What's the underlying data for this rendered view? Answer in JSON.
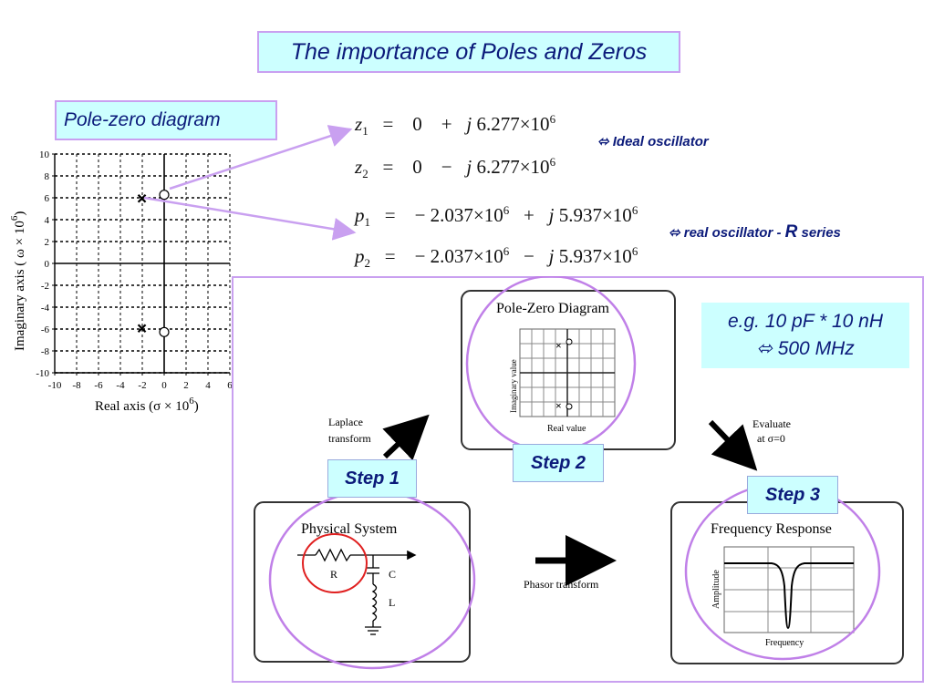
{
  "title": "The importance of Poles and Zeros",
  "pz_label": "Pole-zero diagram",
  "equations": {
    "z1": {
      "sym": "z",
      "sub": "1",
      "eq": "=",
      "real": "0",
      "sign": "+",
      "j": "j",
      "imag": "6.277×10",
      "exp": "6"
    },
    "z2": {
      "sym": "z",
      "sub": "2",
      "eq": "=",
      "real": "0",
      "sign": "−",
      "j": "j",
      "imag": "6.277×10",
      "exp": "6"
    },
    "p1": {
      "sym": "p",
      "sub": "1",
      "eq": "=",
      "real": "− 2.037×10",
      "real_exp": "6",
      "sign": "+",
      "j": "j",
      "imag": "5.937×10",
      "exp": "6"
    },
    "p2": {
      "sym": "p",
      "sub": "2",
      "eq": "=",
      "real": "− 2.037×10",
      "real_exp": "6",
      "sign": "−",
      "j": "j",
      "imag": "5.937×10",
      "exp": "6"
    }
  },
  "notes": {
    "ideal": "⬄  Ideal  oscillator",
    "real_prefix": "⬄  real oscillator - ",
    "real_r": "R",
    "real_suffix": " series"
  },
  "plot": {
    "ylabel": "Imaginary axis ( ω × 10",
    "ylabel_exp": "6",
    "ylabel_close": ")",
    "xlabel": "Real axis (σ × 10",
    "xlabel_exp": "6",
    "xlabel_close": ")",
    "yticks": [
      "10",
      "8",
      "6",
      "4",
      "2",
      "0",
      "-2",
      "-4",
      "-6",
      "-8",
      "-10"
    ],
    "xticks": [
      "-10",
      "-8",
      "-6",
      "-4",
      "-2",
      "0",
      "2",
      "4",
      "6"
    ],
    "zeros": [
      {
        "re": 0,
        "im": 6.277
      },
      {
        "re": 0,
        "im": -6.277
      }
    ],
    "poles": [
      {
        "re": -2.037,
        "im": 5.937
      },
      {
        "re": -2.037,
        "im": -5.937
      }
    ],
    "xlim": [
      -10,
      6
    ],
    "ylim": [
      -10,
      10
    ]
  },
  "eg": {
    "line1": "e.g. 10 pF * 10 nH",
    "line2": "⬄ 500 MHz"
  },
  "flow": {
    "pz_title": "Pole-Zero Diagram",
    "pz_ylabel": "Imaginary value",
    "pz_xlabel": "Real value",
    "laplace1": "Laplace",
    "laplace2": "transform",
    "evaluate1": "Evaluate",
    "evaluate2": "at σ=0",
    "phys_title": "Physical System",
    "r": "R",
    "c": "C",
    "l": "L",
    "phasor": "Phasor transform",
    "freq_title": "Frequency Response",
    "amp": "Amplitude",
    "freq": "Frequency"
  },
  "steps": {
    "s1": "Step 1",
    "s2": "Step 2",
    "s3": "Step 3"
  },
  "colors": {
    "accent_border": "#c9a0f0",
    "label_bg": "#ccffff",
    "text_blue": "#0b1a7a",
    "circle": "#c080e8",
    "red": "#e02020"
  }
}
